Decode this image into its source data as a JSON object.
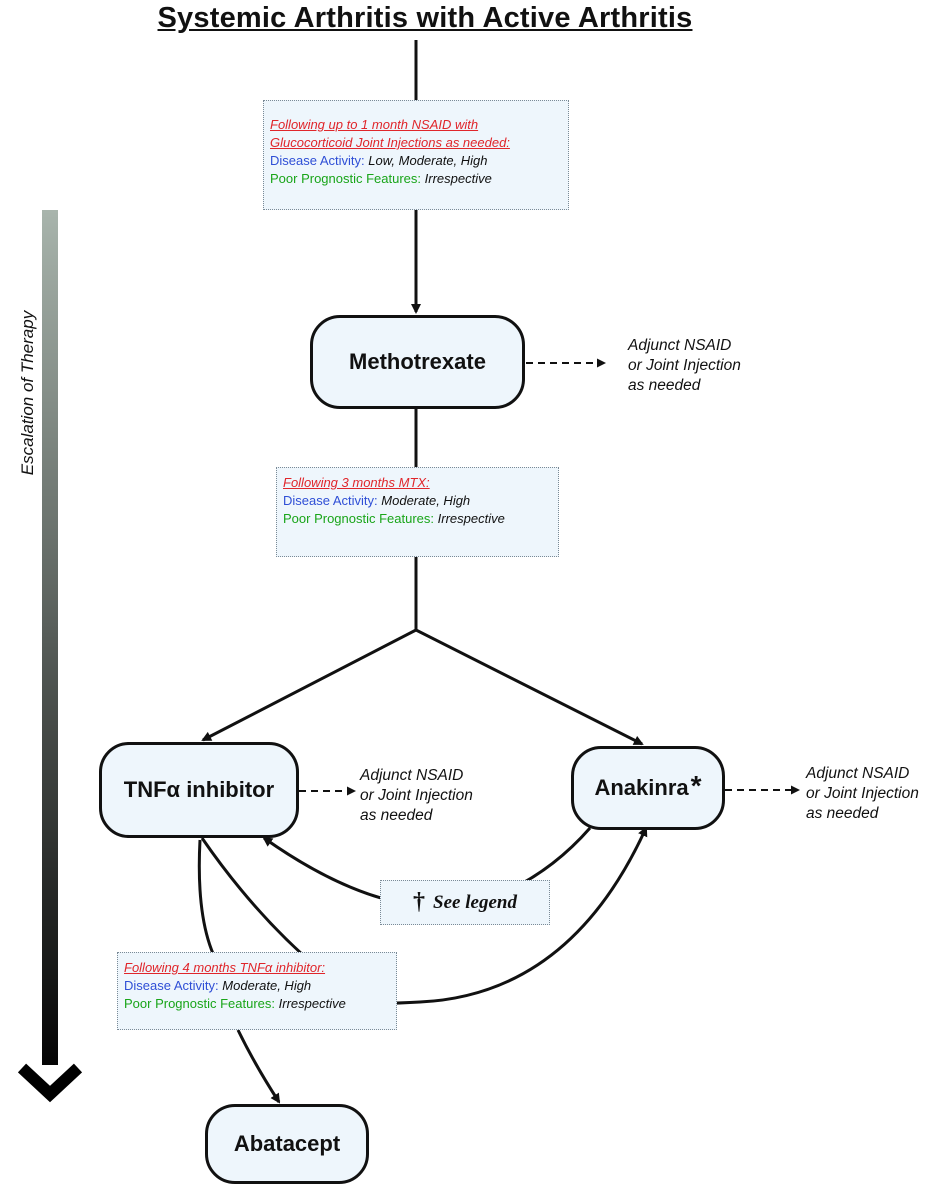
{
  "title": "Systemic Arthritis with Active Arthritis",
  "escalation_label": "Escalation of Therapy",
  "conditions": [
    {
      "heading_line1": "Following up to 1 month NSAID with",
      "heading_line2": "Glucocorticoid Joint Injections as needed:",
      "activity_label": "Disease Activity:",
      "activity_value": "Low, Moderate, High",
      "prognostic_label": "Poor Prognostic Features:",
      "prognostic_value": "Irrespective"
    },
    {
      "heading_line1": "Following 3 months MTX:",
      "activity_label": "Disease Activity:",
      "activity_value": "Moderate, High",
      "prognostic_label": "Poor Prognostic Features:",
      "prognostic_value": "Irrespective"
    },
    {
      "heading_line1": "Following 4 months TNFα inhibitor:",
      "activity_label": "Disease Activity:",
      "activity_value": "Moderate, High",
      "prognostic_label": "Poor Prognostic Features:",
      "prognostic_value": "Irrespective"
    }
  ],
  "drugs": {
    "methotrexate": "Methotrexate",
    "tnf": "TNFα inhibitor",
    "anakinra": "Anakinra",
    "anakinra_mark": "*",
    "abatacept": "Abatacept"
  },
  "adjunct": {
    "line1": "Adjunct NSAID",
    "line2": "or Joint Injection",
    "line3": "as needed"
  },
  "legend": {
    "dagger": "†",
    "text": "See legend"
  },
  "colors": {
    "condition_heading": "#e0262b",
    "disease_activity": "#2f4fd6",
    "prognostic": "#19a519",
    "box_fill": "#eef6fc"
  }
}
